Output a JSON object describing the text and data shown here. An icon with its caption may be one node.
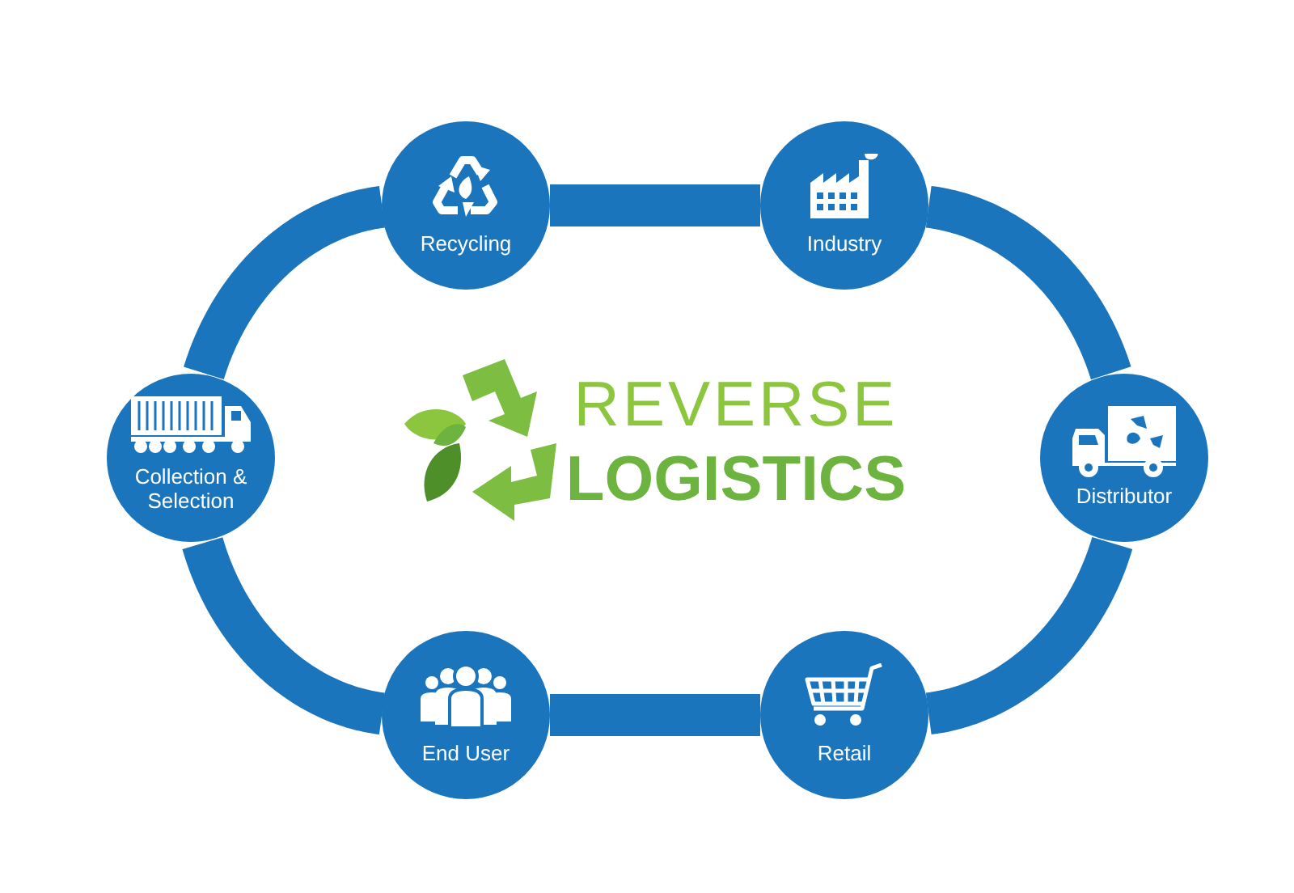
{
  "diagram": {
    "title": "REVERSE LOGISTICS",
    "nodes": [
      {
        "text": [
          "Recycling"
        ]
      },
      {
        "text": [
          "Industry"
        ]
      },
      {
        "text": [
          "Collection & Selection"
        ]
      },
      {
        "text": [
          "Distributor"
        ]
      },
      {
        "text": [
          "End User"
        ]
      },
      {
        "text": [
          "Retail"
        ]
      }
    ],
    "edges": [
      {
        "from": 0,
        "to": 1,
        "arrow": "none"
      },
      {
        "from": 1,
        "to": 3,
        "arrow": "none"
      },
      {
        "from": 3,
        "to": 5,
        "arrow": "none"
      },
      {
        "from": 5,
        "to": 4,
        "arrow": "none"
      },
      {
        "from": 4,
        "to": 2,
        "arrow": "none"
      },
      {
        "from": 2,
        "to": 0,
        "arrow": "none"
      }
    ]
  }
}
